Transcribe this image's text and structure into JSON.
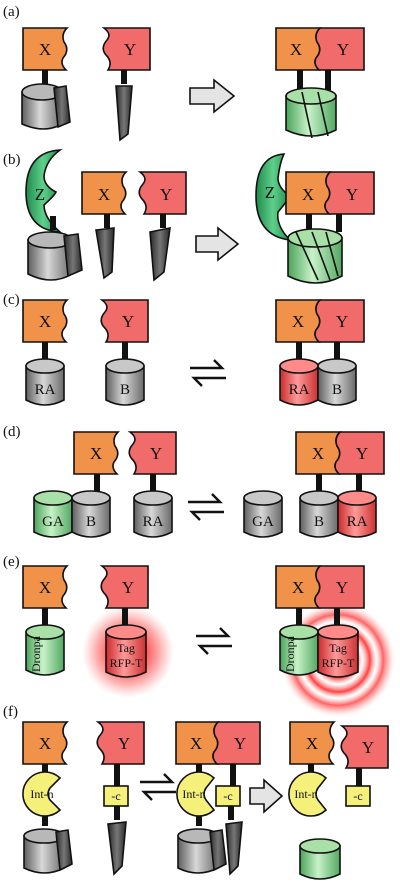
{
  "panels": [
    {
      "id": "a",
      "label": "(a)"
    },
    {
      "id": "b",
      "label": "(b)"
    },
    {
      "id": "c",
      "label": "(c)"
    },
    {
      "id": "d",
      "label": "(d)"
    },
    {
      "id": "e",
      "label": "(e)"
    },
    {
      "id": "f",
      "label": "(f)"
    }
  ],
  "labels": {
    "x": "X",
    "y": "Y",
    "z": "Z",
    "ra": "RA",
    "b": "B",
    "ga": "GA",
    "dronpa": "Dronpa",
    "tag": "Tag",
    "rfp_t": "RFP-T",
    "int_n": "Int-n",
    "c": "-c"
  },
  "colors": {
    "x_protein": "#F0924A",
    "y_protein": "#F26B6B",
    "z_protein": "#2FA866",
    "grey_fragment": "#9a9a9a",
    "green_reconstituted": "#8fd68f",
    "red_reporter": "#f24a4a",
    "intein": "#f5f07a",
    "glow": "#ff4040",
    "arrow_fill": "#e4e4e4"
  }
}
